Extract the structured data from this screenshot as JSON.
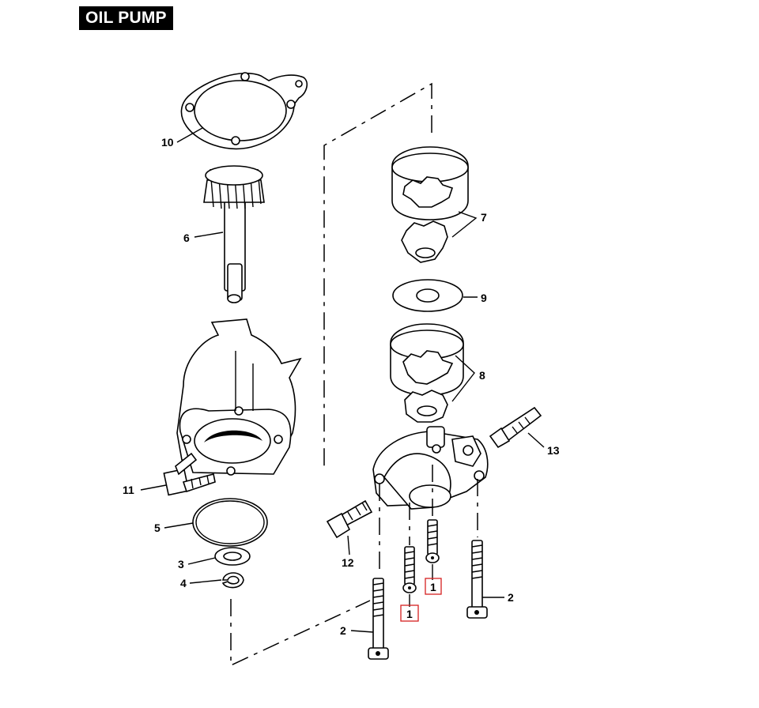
{
  "title": "OIL PUMP",
  "labels": {
    "l1a": "1",
    "l1b": "1",
    "l2a": "2",
    "l2b": "2",
    "l3": "3",
    "l4": "4",
    "l5": "5",
    "l6": "6",
    "l7": "7",
    "l8": "8",
    "l9": "9",
    "l10": "10",
    "l11": "11",
    "l12": "12",
    "l13": "13"
  },
  "colors": {
    "highlight_box": "#d62020",
    "ink": "#000000"
  }
}
